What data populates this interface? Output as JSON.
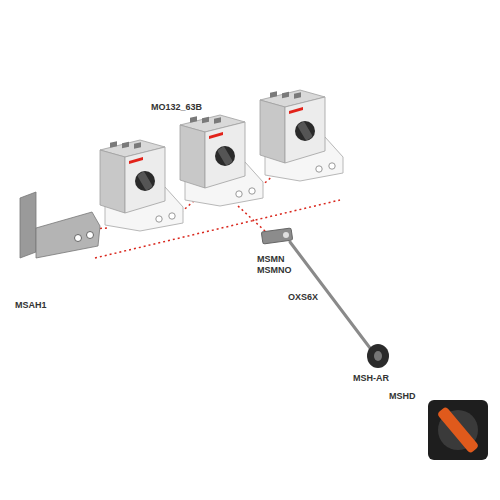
{
  "diagram": {
    "labels": [
      "MO132_63B",
      "MSAH1",
      "MSMN",
      "MSMNO",
      "OXS6X",
      "MSH-AR",
      "MSHD"
    ]
  }
}
